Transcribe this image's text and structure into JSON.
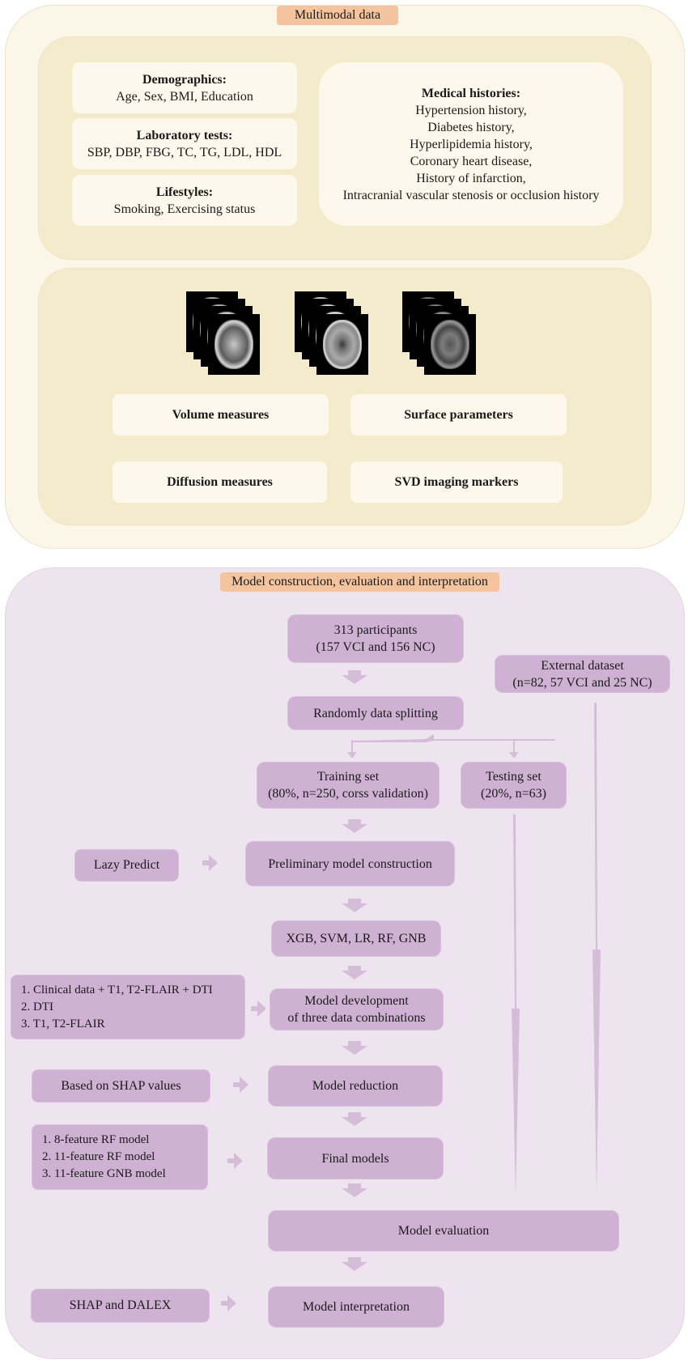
{
  "multimodal": {
    "title": "Multimodal data",
    "demographics": {
      "heading": "Demographics:",
      "items": "Age, Sex, BMI, Education"
    },
    "laboratory": {
      "heading": "Laboratory tests:",
      "items": "SBP, DBP, FBG, TC, TG, LDL, HDL"
    },
    "lifestyles": {
      "heading": "Lifestyles:",
      "items": "Smoking, Exercising status"
    },
    "medical": {
      "heading": "Medical histories:",
      "lines": [
        "Hypertension history,",
        "Diabetes history,",
        "Hyperlipidemia history,",
        "Coronary heart disease,",
        "History of infarction,",
        "Intracranial vascular stenosis or occlusion history"
      ]
    },
    "measures": {
      "volume": "Volume measures",
      "surface": "Surface parameters",
      "diffusion": "Diffusion measures",
      "svd": "SVD imaging markers"
    }
  },
  "model": {
    "title": "Model construction, evaluation and interpretation",
    "participants": [
      "313 participants",
      "(157 VCI and 156 NC)"
    ],
    "external": [
      "External dataset",
      "(n=82, 57 VCI and 25 NC)"
    ],
    "splitting": "Randomly data splitting",
    "training": [
      "Training set",
      "(80%, n=250, corss validation)"
    ],
    "testing": [
      "Testing set",
      "(20%, n=63)"
    ],
    "lazy_predict": "Lazy Predict",
    "preliminary": "Preliminary model construction",
    "algorithms": "XGB, SVM, LR, RF, GNB",
    "combos": [
      "1.   Clinical data + T1, T2-FLAIR + DTI",
      "2.   DTI",
      "3.   T1, T2-FLAIR"
    ],
    "development": [
      "Model development",
      "of three data combinations"
    ],
    "shap_values": "Based on SHAP values",
    "reduction": "Model reduction",
    "final_list": [
      "1.   8-feature RF model",
      "2.   11-feature RF model",
      "3.   11-feature GNB model"
    ],
    "final": "Final models",
    "evaluation": "Model evaluation",
    "shap_dalex": "SHAP and DALEX",
    "interpretation": "Model interpretation"
  },
  "colors": {
    "top_bg": "#fbf6e7",
    "top_panel": "#f4ebcc",
    "bottom_bg": "#eee4ef",
    "node": "#cfb2d3",
    "tag": "#f3c49e",
    "arrow": "#d5bcd8"
  }
}
